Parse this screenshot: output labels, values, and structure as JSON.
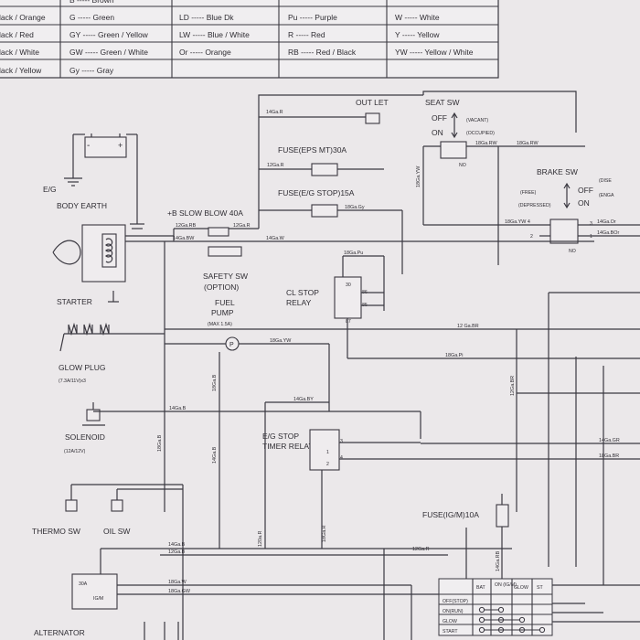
{
  "color_codes": [
    {
      "code": "B",
      "name": "Brown",
      "partial": true
    },
    {
      "code": "G",
      "name": "Green"
    },
    {
      "code": "GY",
      "name": "Green / Yellow"
    },
    {
      "code": "GW",
      "name": "Green / White"
    },
    {
      "code": "Gy",
      "name": "Gray"
    },
    {
      "code": "LD",
      "name": "Blue Dk"
    },
    {
      "code": "LW",
      "name": "Blue / White"
    },
    {
      "code": "Or",
      "name": "Orange"
    },
    {
      "code": "Pu",
      "name": "Purple"
    },
    {
      "code": "R",
      "name": "Red"
    },
    {
      "code": "RB",
      "name": "Red / Black"
    },
    {
      "code": "W",
      "name": "White"
    },
    {
      "code": "Y",
      "name": "Yellow"
    },
    {
      "code": "YW",
      "name": "Yellow / White"
    }
  ],
  "partial_color_entries": [
    "lack / Orange",
    "lack / Red",
    "lack / White",
    "lack / Yellow"
  ],
  "components": {
    "battery": "E/G",
    "body_earth": "BODY EARTH",
    "starter": "STARTER",
    "glow_plug": "GLOW PLUG",
    "glow_plug_spec": "(7.3A/11V)x3",
    "solenoid": "SOLENOID",
    "solenoid_spec": "(12A/12V)",
    "thermo_sw": "THERMO SW",
    "oil_sw": "OIL SW",
    "alternator": "ALTERNATOR",
    "alternator_30a": "30A",
    "alternator_ign": "IG/M",
    "slow_blow": "+B  SLOW BLOW 40A",
    "safety_sw": "SAFETY SW",
    "safety_sw_note": "(OPTION)",
    "fuel_pump": "FUEL",
    "fuel_pump_2": "PUMP",
    "fuel_pump_spec": "(MAX 1.5A)",
    "outlet": "OUT LET",
    "fuse_eps": "FUSE(EPS MT)30A",
    "fuse_eg_stop": "FUSE(E/G STOP)15A",
    "cl_stop_relay": "CL STOP",
    "cl_stop_relay_2": "RELAY",
    "eg_stop_timer": "E/G STOP",
    "eg_stop_timer_2": "TIMER RELAY",
    "seat_sw": "SEAT SW",
    "seat_off": "OFF",
    "seat_on": "ON",
    "seat_vacant": "(VACANT)",
    "seat_occupied": "(OCCUPIED)",
    "seat_no": "NO",
    "brake_sw": "BRAKE SW",
    "brake_off": "OFF",
    "brake_on": "ON",
    "brake_free": "(FREE)",
    "brake_depressed": "(DEPRESSED)",
    "brake_no": "NO",
    "brake_dis": "(DISE",
    "brake_eng": "(ENGA",
    "fuse_igm": "FUSE(IG/M)10A"
  },
  "relay_pins": {
    "p30": "30",
    "p86": "86",
    "p85": "85",
    "p87": "87"
  },
  "timer_pins": {
    "p3": "3",
    "p4": "4",
    "p1": "1",
    "p2": "2"
  },
  "brake_pins": {
    "p3": "3",
    "p1": "1",
    "p2": "2"
  },
  "wire_labels": {
    "w_14r_top": "14Ga.R",
    "w_12r_eps": "12Ga.R",
    "w_12rb": "12Ga.RB",
    "w_12r_blow": "12Ga.R",
    "w_14bw": "14Ga.BW",
    "w_14w": "14Ga.W",
    "w_18gy": "18Ga.Gy",
    "w_18rw_seat": "18Ga.RW",
    "w_18rw_right": "18Ga.RW",
    "w_18yw_seat": "18Ga.YW",
    "w_18yw4": "18Ga.YW 4",
    "w_14or": "14Ga.Or",
    "w_14bor": "14Ga.BOr",
    "w_18pu": "18Ga.Pu",
    "w_12br": "12 Ga.BR",
    "w_18yw_pump": "18Ga.YW",
    "w_18pi": "18Ga.Pi",
    "w_18b_v": "18Ga.B",
    "w_14by": "14Ga.BY",
    "w_14b_sol": "14Ga.B",
    "w_14b_v": "14Ga.B",
    "w_18b_v2": "18Ga.B",
    "w_12br_v": "12Ga.BR",
    "w_14gr": "14Ga.GR",
    "w_18gbr": "18Ga.BR",
    "w_120r_v": "120a.R",
    "w_18r_v": "18Ga.R",
    "w_14rb_v": "14Ga.RB",
    "w_12r_low": "12Ga.R",
    "w_14b_1": "14Ga.B",
    "w_12b_2": "12Ga.B",
    "w_18w": "18Ga.W",
    "w_18gw": "18Ga.GW"
  },
  "key_switch": {
    "columns": [
      "BAT",
      "ON\n(IG/M)",
      "GLOW",
      "ST"
    ],
    "rows": [
      "OFF(STOP)",
      "ON(RUN)",
      "GLOW",
      "START"
    ]
  }
}
